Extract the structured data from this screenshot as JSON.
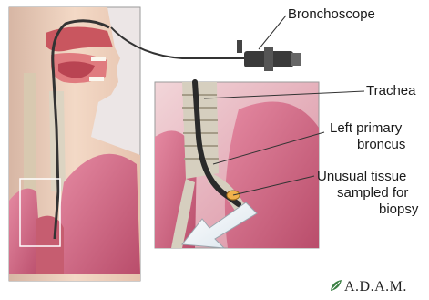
{
  "labels": {
    "bronchoscope": "Bronchoscope",
    "trachea": "Trachea",
    "left_primary_broncus": [
      "Left primary",
      "broncus"
    ],
    "unusual_tissue": [
      "Unusual tissue",
      "sampled for",
      "biopsy"
    ]
  },
  "brand": {
    "name": "A.D.A.M."
  },
  "colors": {
    "lung": "#d9728c",
    "lung_dark": "#b14e6a",
    "skin": "#f1d4bf",
    "cartilage": "#cfc8b8",
    "tube": "#333333",
    "arrow_fill": "#eef4f8",
    "brand": "#3a7f43"
  }
}
